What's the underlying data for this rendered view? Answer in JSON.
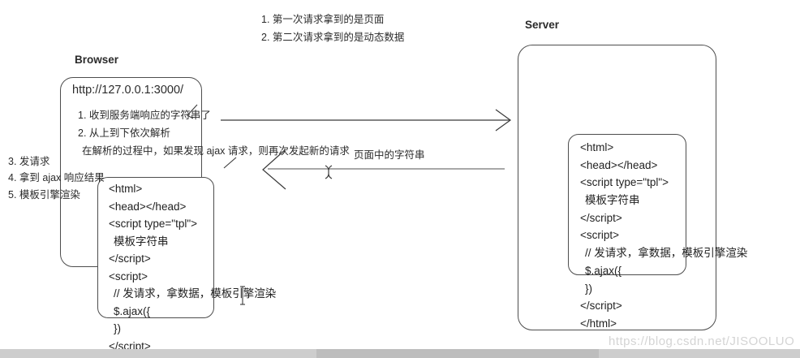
{
  "notes": {
    "line1": "1. 第一次请求拿到的是页面",
    "line2": "2. 第二次请求拿到的是动态数据"
  },
  "browser": {
    "label": "Browser",
    "url": "http://127.0.0.1:3000/",
    "steps": [
      "1. 收到服务端响应的字符串了",
      "2. 从上到下依次解析",
      "在解析的过程中，如果发现 ajax 请求，则再次发起新的请求"
    ],
    "side_steps": [
      "3. 发请求",
      "4. 拿到 ajax 响应结果",
      "5. 模板引擎渲染"
    ],
    "code": [
      "<html>",
      "<head></head>",
      "<script type=\"tpl\">",
      "模板字符串",
      "</script>",
      "<script>",
      "// 发请求，拿数据，模板引擎渲染",
      "$.ajax({",
      "})",
      "</script>"
    ]
  },
  "server": {
    "label": "Server",
    "code": [
      "<html>",
      "<head></head>",
      "<script type=\"tpl\">",
      "模板字符串",
      "</script>",
      "<script>",
      "// 发请求，拿数据，模板引擎渲染",
      "$.ajax({",
      "})",
      "</script>",
      "</html>"
    ]
  },
  "arrows": {
    "response_label": "页面中的字符串"
  },
  "watermark": "https://blog.csdn.net/JISOOLUO",
  "colors": {
    "line_dark": "#3a3a3a",
    "line_gray": "#a8a8a8",
    "border": "#4d4d4d",
    "watermark": "#d4d4d4",
    "scrollbar": "#cdcdcd"
  }
}
